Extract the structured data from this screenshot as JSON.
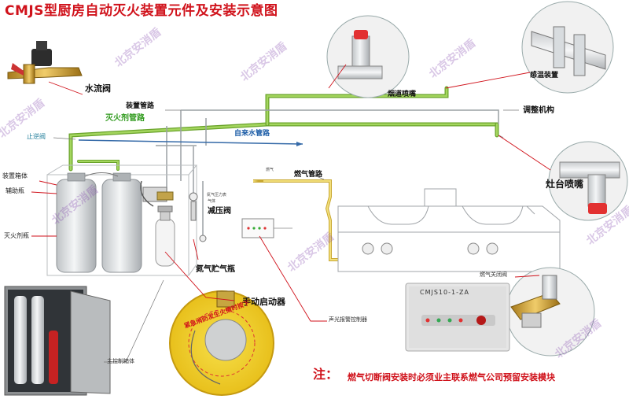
{
  "title": "CMJS型厨房自动灭火装置元件及安装示意图",
  "labels": {
    "water_valve": "水流阀",
    "flue_nozzle": "烟道喷嘴",
    "temp_device": "感温装置",
    "device_pipe": "装置管路",
    "agent_pipe": "灭火剂管路",
    "adjust_mech": "调整机构",
    "check_valve": "止逆阀",
    "tap_water_pipe": "自来水管路",
    "stove_nozzle": "灶台喷嘴",
    "cabinet": "装置箱体",
    "aux_bottle": "辅助瓶",
    "agent_bottle": "灭火剂瓶",
    "gas_pipe": "燃气管路",
    "pressure_valve": "减压阀",
    "nitrogen_bottle": "氮气贮气瓶",
    "manual_starter": "手动启动器",
    "gas_shutoff": "燃气关闭阀",
    "alarm_controller": "声光报警控制器",
    "main_cabinet": "主控制箱体",
    "gas_small": "燃气",
    "pressure_gauge_small": "氮气压力表",
    "gas_label_small": "气体"
  },
  "panel_model": "CMJS10-1-ZA",
  "seal_text": "紧急消防发生火情时按下",
  "note_mark": "注：",
  "note_text": "燃气切断阀安装时必须业主联系燃气公司预留安装模块",
  "watermark": "北京安消盾",
  "colors": {
    "title_red": "#d0121b",
    "agent_pipe_green": "#8cc63f",
    "leader_red": "#d0121b",
    "gas_yellow": "#e8c94a"
  }
}
